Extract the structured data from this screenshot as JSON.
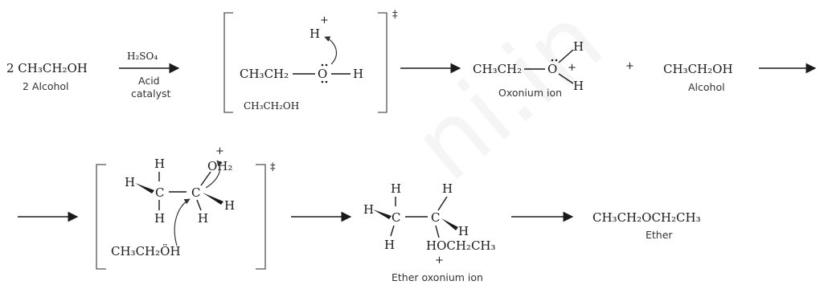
{
  "row1": {
    "reactant": "2 CH₃CH₂OH",
    "reactant_label": "2 Alcohol",
    "reagent": "H₂SO₄",
    "reagent_label_1": "Acid",
    "reagent_label_2": "catalyst",
    "ts1": {
      "chain": "CH₃CH₂",
      "oxygen": "O",
      "h_right": "H",
      "h_top": "H",
      "plus": "+",
      "below": "CH₃CH₂OH",
      "mark": "‡"
    },
    "oxonium": {
      "chain": "CH₃CH₂",
      "oxygen": "O",
      "h_top": "H",
      "h_bottom": "H",
      "plus": "+",
      "label": "Oxonium ion"
    },
    "plus_sign": "+",
    "alcohol": "CH₃CH₂OH",
    "alcohol_label": "Alcohol"
  },
  "row2": {
    "ts2": {
      "mark": "‡",
      "c1": "C",
      "c2": "C",
      "h1_top": "H",
      "h1_left": "H",
      "h1_bottom": "H",
      "h2_bottom": "H",
      "h2_right": "H",
      "oh2": "OH₂",
      "oh2_plus": "+",
      "nucleophile": "CH₃CH₂ÖH"
    },
    "ether_oxonium": {
      "c1": "C",
      "c2": "C",
      "h1_top": "H",
      "h1_left": "H",
      "h1_bottom": "H",
      "h2_top": "H",
      "h2_right": "H",
      "group": "HOCH₂CH₃",
      "plus": "+",
      "label": "Ether oxonium ion"
    },
    "product": "CH₃CH₂OCH₂CH₃",
    "product_label": "Ether"
  }
}
